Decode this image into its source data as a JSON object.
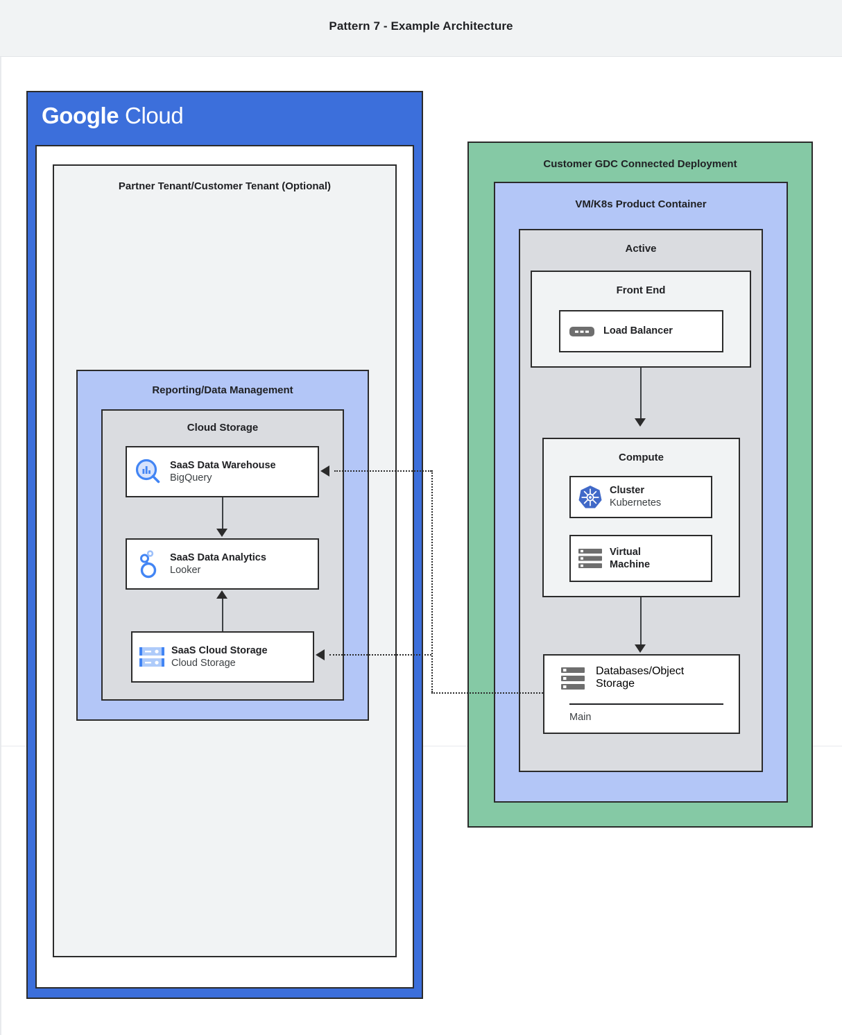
{
  "header": {
    "title": "Pattern 7 - Example Architecture"
  },
  "colors": {
    "google_blue": "#3c6fdb",
    "light_blue": "#b3c6f7",
    "green": "#85c9a5",
    "gray_fill": "#dadce0",
    "light_gray": "#f1f3f4",
    "stroke": "#2b2b2b",
    "icon_blue": "#4285f4",
    "icon_gray": "#6e6e6e"
  },
  "google_cloud": {
    "logo_bold": "Google",
    "logo_light": "Cloud",
    "tenant_title": "Partner Tenant/Customer Tenant (Optional)",
    "reporting": {
      "title": "Reporting/Data Management",
      "cloud_storage_group_title": "Cloud Storage",
      "nodes": [
        {
          "icon": "bigquery-icon",
          "title": "SaaS Data Warehouse",
          "subtitle": "BigQuery"
        },
        {
          "icon": "looker-icon",
          "title": "SaaS Data Analytics",
          "subtitle": "Looker"
        },
        {
          "icon": "cloud-storage-icon",
          "title": "SaaS Cloud Storage",
          "subtitle": "Cloud Storage"
        }
      ]
    }
  },
  "gdc": {
    "title": "Customer GDC Connected Deployment",
    "product_container_title": "VM/K8s Product Container",
    "active_title": "Active",
    "front_end": {
      "title": "Front End",
      "node": {
        "icon": "load-balancer-icon",
        "title": "Load Balancer",
        "subtitle": ""
      }
    },
    "compute": {
      "title": "Compute",
      "nodes": [
        {
          "icon": "kubernetes-icon",
          "title": "Cluster",
          "subtitle": "Kubernetes"
        },
        {
          "icon": "virtual-machine-icon",
          "title": "Virtual",
          "title2": "Machine",
          "subtitle": ""
        }
      ]
    },
    "database": {
      "icon": "database-icon",
      "title_line1": "Databases/Object",
      "title_line2": "Storage",
      "sub": "Main"
    }
  },
  "connectors": [
    {
      "name": "bigquery-to-looker",
      "style": "solid",
      "direction": "down"
    },
    {
      "name": "cloud-storage-to-looker",
      "style": "solid",
      "direction": "up"
    },
    {
      "name": "load-balancer-to-compute",
      "style": "solid",
      "direction": "down"
    },
    {
      "name": "compute-to-database",
      "style": "solid",
      "direction": "down"
    },
    {
      "name": "database-to-bigquery",
      "style": "dotted",
      "direction": "left"
    },
    {
      "name": "database-to-cloud-storage",
      "style": "dotted",
      "direction": "left"
    }
  ]
}
